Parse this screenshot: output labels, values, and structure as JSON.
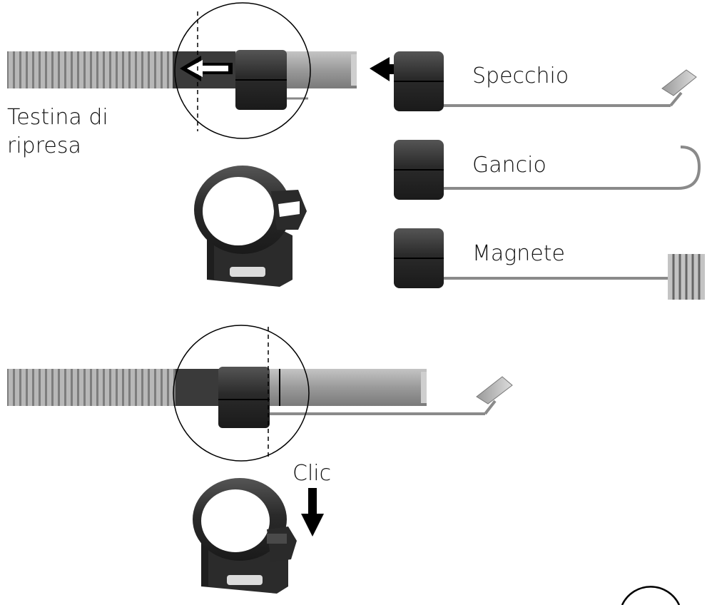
{
  "labels": {
    "camera_head_line1": "Testina di",
    "camera_head_line2": "ripresa",
    "mirror": "Specchio",
    "hook": "Gancio",
    "magnet": "Magnete",
    "click": "Clic"
  },
  "colors": {
    "background": "#ffffff",
    "dark_part": "#2e2e2e",
    "tube": "#9a9a9a",
    "outline": "#000000"
  },
  "icons": [
    "arrow-left-icon",
    "arrow-down-icon"
  ]
}
